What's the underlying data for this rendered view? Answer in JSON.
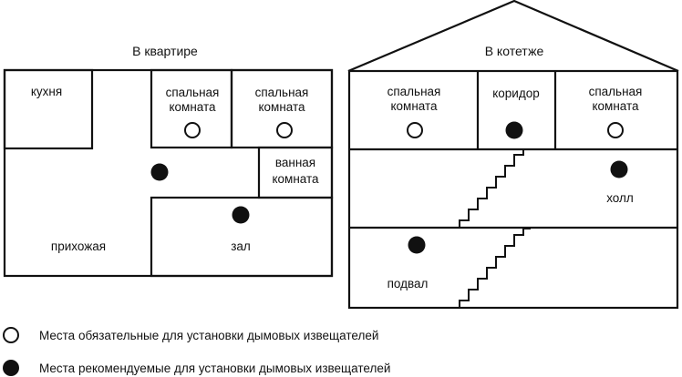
{
  "apartment": {
    "title": "В квартире",
    "rooms": {
      "kitchen": "кухня",
      "bedroom1": [
        "спальная",
        "комната"
      ],
      "bedroom2": [
        "спальная",
        "комната"
      ],
      "bathroom": [
        "ванная",
        "комната"
      ],
      "hallway": "прихожая",
      "living_room": "зал"
    }
  },
  "cottage": {
    "title": "В котетже",
    "rooms": {
      "bedroom1": [
        "спальная",
        "комната"
      ],
      "corridor": "коридор",
      "bedroom2": [
        "спальная",
        "комната"
      ],
      "hall": "холл",
      "basement": "подвал"
    }
  },
  "legend": {
    "required": "Места обязательные для установки дымовых извещателей",
    "recommended": "Места рекомендуемые для установки дымовых извещателей"
  }
}
